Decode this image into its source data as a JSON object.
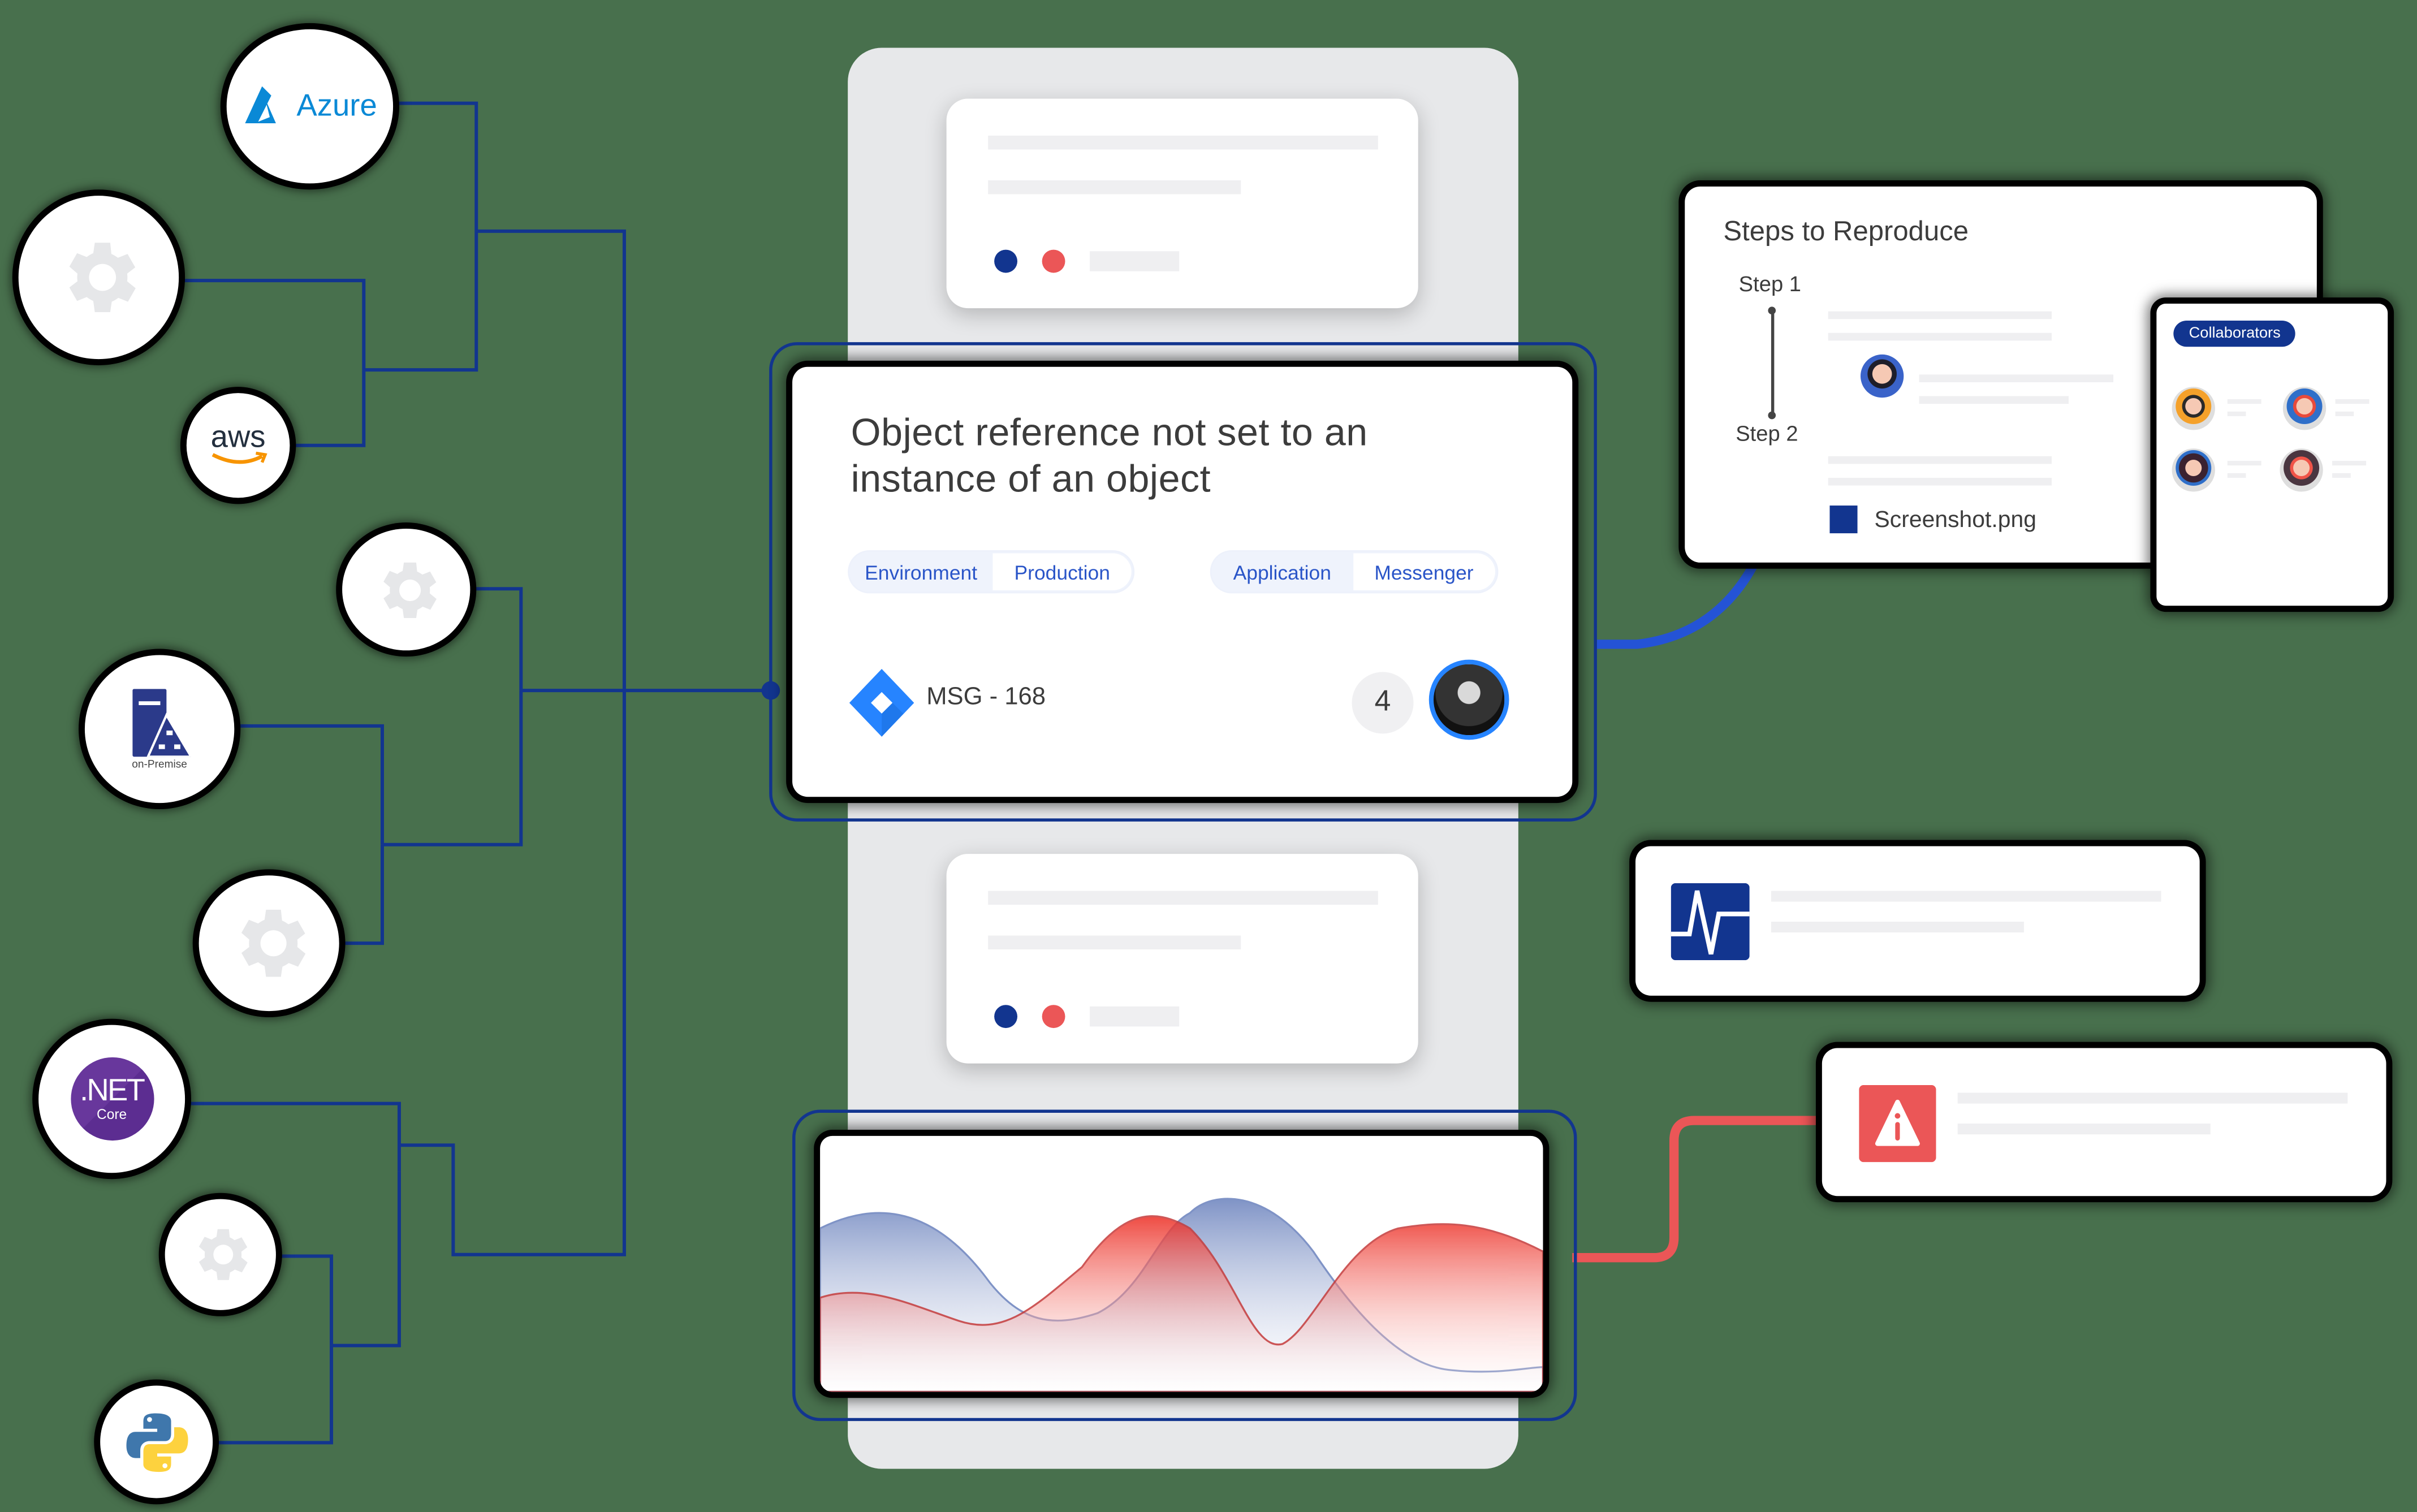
{
  "colors": {
    "background": "#48704d",
    "connector_blue": "#12358f",
    "accent_blue": "#2453d6",
    "alert_red": "#eb5657",
    "skeleton": "#efeff1",
    "column_bg": "#e7e8ea"
  },
  "sources": [
    {
      "id": "azure",
      "label": "Azure",
      "icon": "azure-logo-icon"
    },
    {
      "id": "gear-1",
      "label": "",
      "icon": "gear-icon"
    },
    {
      "id": "aws",
      "label": "aws",
      "icon": "aws-logo-icon"
    },
    {
      "id": "gear-2",
      "label": "",
      "icon": "gear-icon"
    },
    {
      "id": "on-premise",
      "label": "on-Premise",
      "icon": "server-network-icon"
    },
    {
      "id": "gear-3",
      "label": "",
      "icon": "gear-icon"
    },
    {
      "id": "dotnet",
      "label": ".NET",
      "sublabel": "Core",
      "icon": "dotnet-core-logo-icon"
    },
    {
      "id": "gear-4",
      "label": "",
      "icon": "gear-icon"
    },
    {
      "id": "python",
      "label": "",
      "icon": "python-logo-icon"
    }
  ],
  "issue_card": {
    "title": "Object reference not set to an instance of an object",
    "tags": [
      {
        "key": "Environment",
        "value": "Production"
      },
      {
        "key": "Application",
        "value": "Messenger"
      }
    ],
    "ticket_id": "MSG - 168",
    "ticket_icon": "jira-logo-icon",
    "count": "4",
    "assignee_icon": "user-avatar"
  },
  "steps_panel": {
    "title": "Steps to Reproduce",
    "steps": [
      "Step 1",
      "Step 2"
    ],
    "attachment": "Screenshot.png"
  },
  "collaborators_panel": {
    "badge": "Collaborators",
    "count_avatars": 4
  },
  "monitor_card": {
    "icon": "pulse-monitor-icon"
  },
  "alert_card": {
    "icon": "warning-triangle-icon"
  },
  "chart_card": {
    "series": [
      "blue-area",
      "red-area"
    ]
  }
}
